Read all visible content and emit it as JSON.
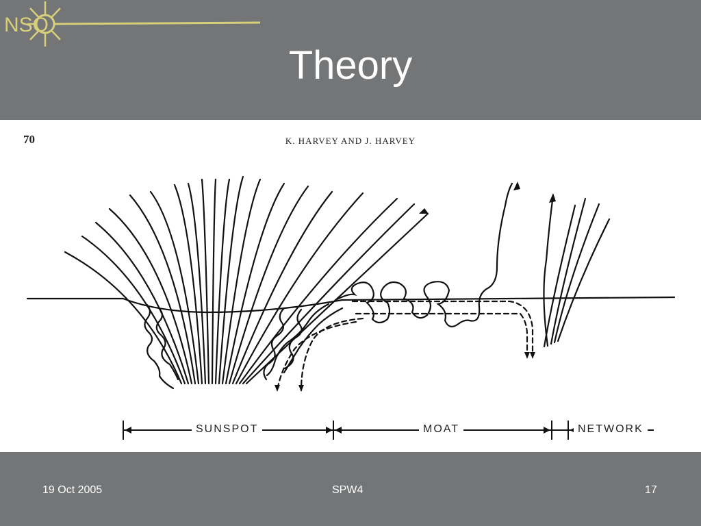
{
  "logo": {
    "text": "NSO"
  },
  "slide": {
    "title": "Theory"
  },
  "figure": {
    "page_number": "70",
    "running_head": "K. HARVEY AND J. HARVEY",
    "scale": {
      "sunspot": "SUNSPOT",
      "moat": "MOAT",
      "network": "NETWORK"
    }
  },
  "footer": {
    "date": "19 Oct 2005",
    "event": "SPW4",
    "slide_number": "17"
  }
}
